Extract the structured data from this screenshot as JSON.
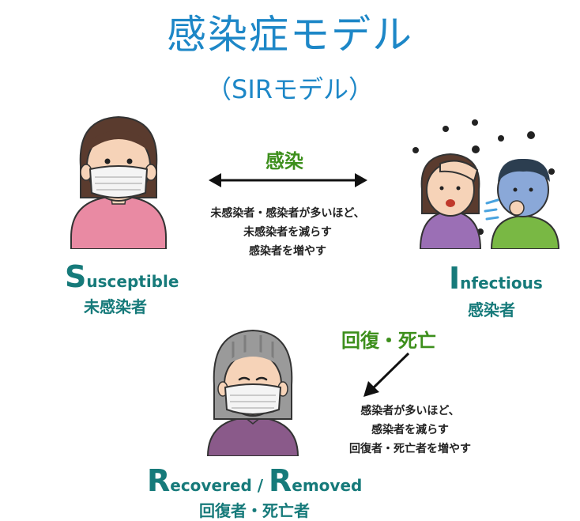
{
  "title": "感染症モデル",
  "subtitle": "（SIRモデル）",
  "susceptible": {
    "cap": "S",
    "rest": "usceptible",
    "jp": "未感染者"
  },
  "infectious": {
    "cap": "I",
    "rest": "nfectious",
    "jp": "感染者"
  },
  "recovered": {
    "cap1": "R",
    "rest1": "ecovered / ",
    "cap2": "R",
    "rest2": "emoved",
    "jp": "回復者・死亡者"
  },
  "transition1": {
    "label": "感染",
    "note1": "未感染者・感染者が多いほど、",
    "note2": "未感染者を減らす",
    "note3": "感染者を増やす"
  },
  "transition2": {
    "label": "回復・死亡",
    "note1": "感染者が多いほど、",
    "note2": "感染者を減らす",
    "note3": "回復者・死亡者を増やす"
  },
  "colors": {
    "title": "#1d87c7",
    "label": "#167a7a",
    "arrow_label": "#3d8f1c"
  }
}
